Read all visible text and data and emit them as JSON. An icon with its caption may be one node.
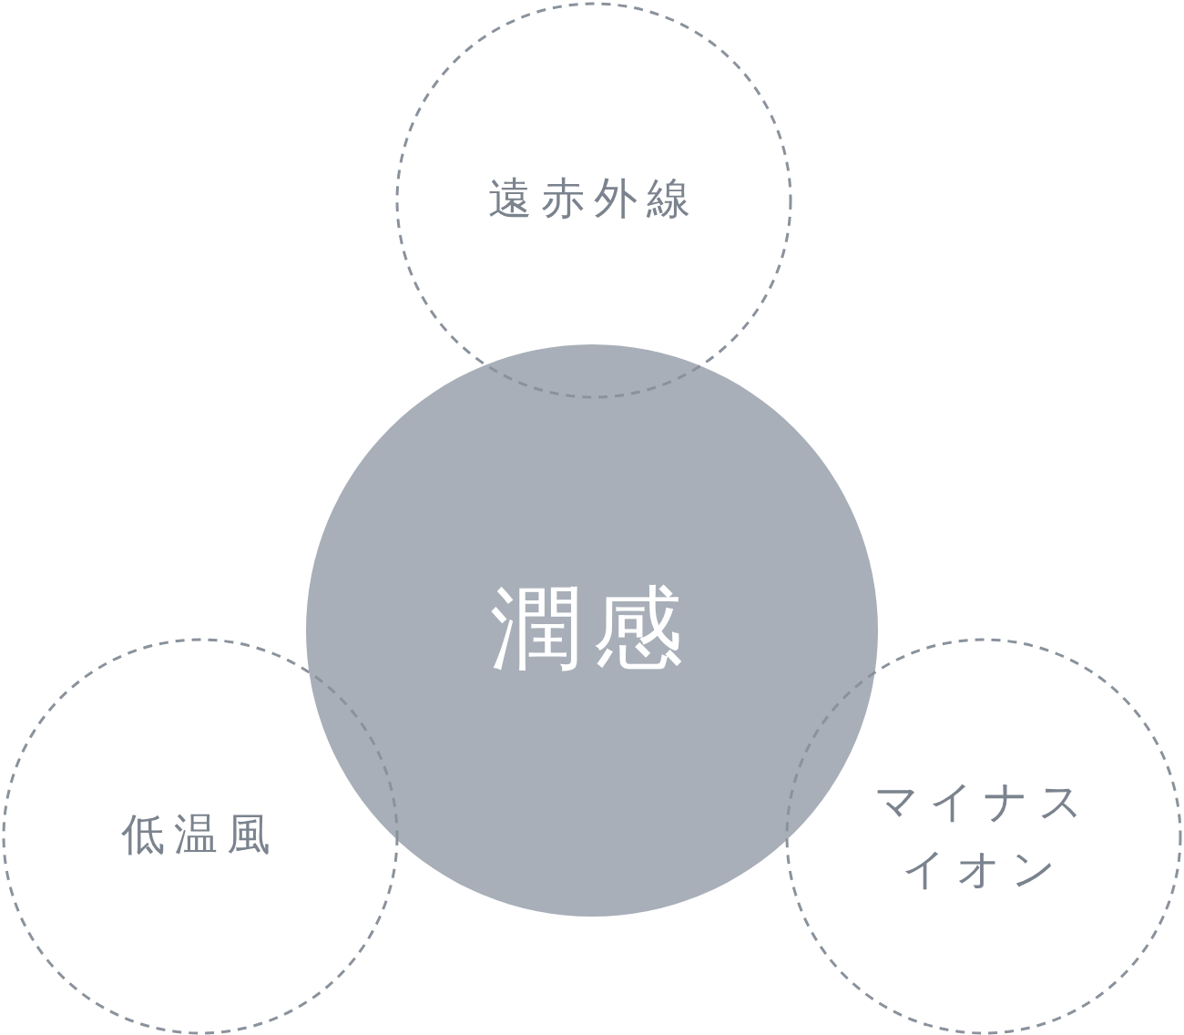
{
  "diagram": {
    "nodes": [
      {
        "text": [
          "遠赤外線"
        ]
      },
      {
        "text": [
          "潤感"
        ]
      },
      {
        "text": [
          "低温風"
        ]
      },
      {
        "text": [
          "マイナスイオン"
        ]
      }
    ]
  }
}
